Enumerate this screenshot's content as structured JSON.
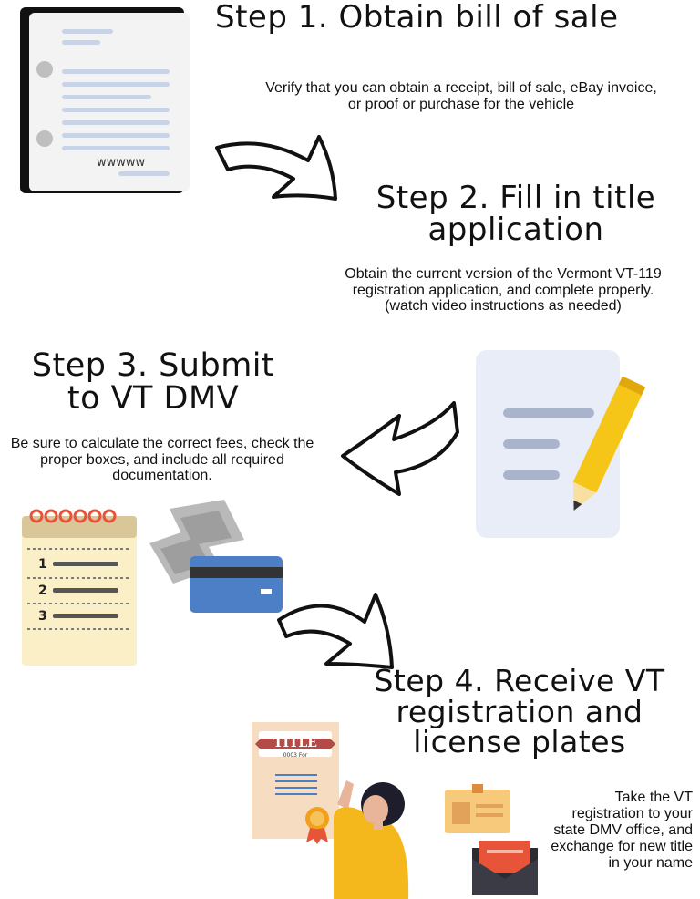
{
  "steps": [
    {
      "heading": "Step 1. Obtain bill of sale",
      "description": "Verify that you can obtain a receipt, bill of sale, eBay invoice, or proof or purchase for the vehicle"
    },
    {
      "heading_line1": "Step 2. Fill in title",
      "heading_line2": "application",
      "description": "Obtain the current version of the Vermont VT-119 registration application, and complete properly. (watch video instructions as needed)"
    },
    {
      "heading_line1": "Step 3. Submit",
      "heading_line2": "to VT DMV",
      "description": "Be sure to calculate the correct fees, check the proper boxes, and include all required documentation."
    },
    {
      "heading_line1": "Step 4. Receive VT",
      "heading_line2": "registration and",
      "heading_line3": "license plates",
      "description": "Take the VT registration to your state DMV office, and exchange for new title in your name"
    }
  ],
  "illustrations": {
    "bill_signature": "wwwww",
    "checklist_numbers": [
      "1",
      "2",
      "3"
    ],
    "title_word": "TITLE",
    "title_subtext": "0003 For"
  },
  "colors": {
    "paper": "#f2f2f2",
    "paper_line": "#c9d3e6",
    "doc_bg": "#e9edf8",
    "doc_line": "#a9b4cc",
    "pencil": "#f5c518",
    "notepad": "#fbefc8",
    "notepad_header": "#d9c79a",
    "spiral": "#e8543a",
    "card": "#4d7fc7",
    "certificate": "#f6dcc0",
    "ribbon": "#b34b49",
    "shirt": "#f4b71c"
  }
}
